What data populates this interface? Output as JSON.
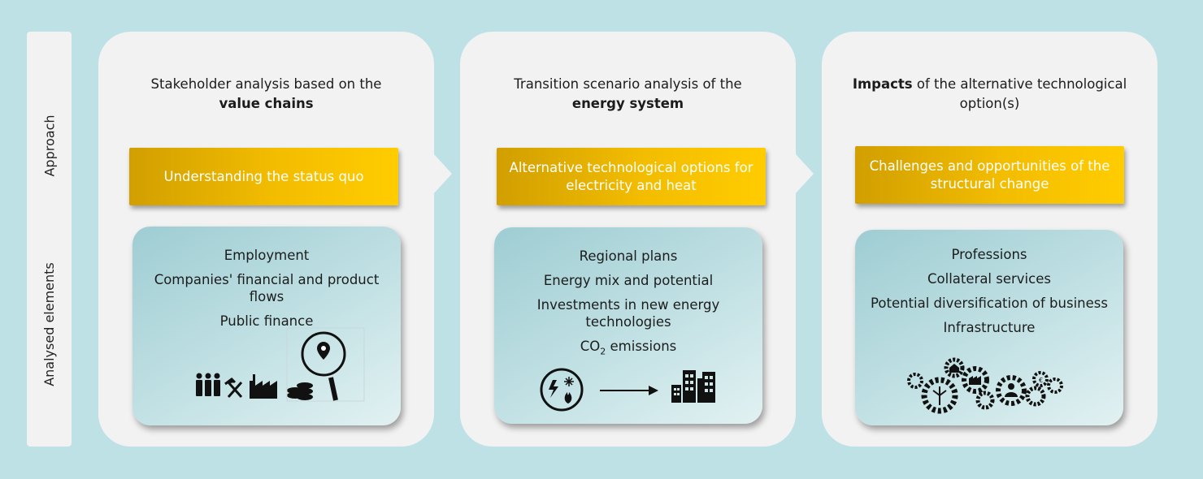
{
  "side_labels": {
    "approach": "Approach",
    "analysed": "Analysed elements"
  },
  "columns": [
    {
      "heading_pre": "Stakeholder analysis based on the",
      "heading_bold": "value chains",
      "gold_label": "Understanding the status quo",
      "items": [
        "Employment",
        "Companies' financial and product flows",
        "Public finance"
      ],
      "icon": "stakeholder-icons"
    },
    {
      "heading_pre": "Transition scenario analysis of the",
      "heading_bold": "energy system",
      "gold_label": "Alternative technological options for electricity and heat",
      "items": [
        "Regional plans",
        "Energy mix and potential",
        "Investments in new energy technologies"
      ],
      "co2_prefix": "CO",
      "co2_sub": "2",
      "co2_suffix": " emissions",
      "icon": "energy-to-city-icons"
    },
    {
      "heading_bold": "Impacts",
      "heading_post": "of the alternative technological option(s)",
      "gold_label": "Challenges and opportunities of the structural change",
      "items": [
        "Professions",
        "Collateral services",
        "Potential diversification of business",
        "Infrastructure"
      ],
      "icon": "gears-icons"
    }
  ],
  "colors": {
    "background": "#bde1e5",
    "panel": "#f2f2f2",
    "gold_start": "#d19f00",
    "gold_end": "#ffcc00",
    "teal_box": "#b3d9de"
  }
}
